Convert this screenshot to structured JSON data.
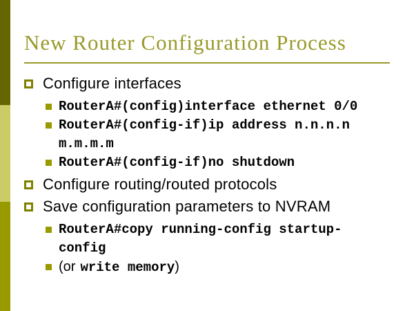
{
  "slide": {
    "title": "New Router Configuration Process",
    "bullets": {
      "b1": {
        "text": "Configure interfaces"
      },
      "b2": {
        "line1": "RouterA#(config)interface ethernet 0/0"
      },
      "b3": {
        "line1": "RouterA#(config-if)ip address n.n.n.n",
        "line2": "m.m.m.m"
      },
      "b4": {
        "line1": "RouterA#(config-if)no shutdown"
      },
      "b5": {
        "text": "Configure routing/routed protocols"
      },
      "b6": {
        "text": "Save configuration parameters to NVRAM"
      },
      "b7": {
        "line1": "RouterA#copy running-config startup-",
        "line2": "config"
      },
      "b8": {
        "prefix": "(or",
        "code": "write memory",
        "suffix": ")"
      }
    },
    "colors": {
      "title_accent": "#99992B",
      "bar_top": "#666600",
      "bar_middle": "#CCCC66",
      "bar_bottom": "#999900",
      "bullet_level1_border": "#808000",
      "bullet_level2_fill": "#999900",
      "body_text": "#000000",
      "background": "#FFFFFF"
    }
  }
}
